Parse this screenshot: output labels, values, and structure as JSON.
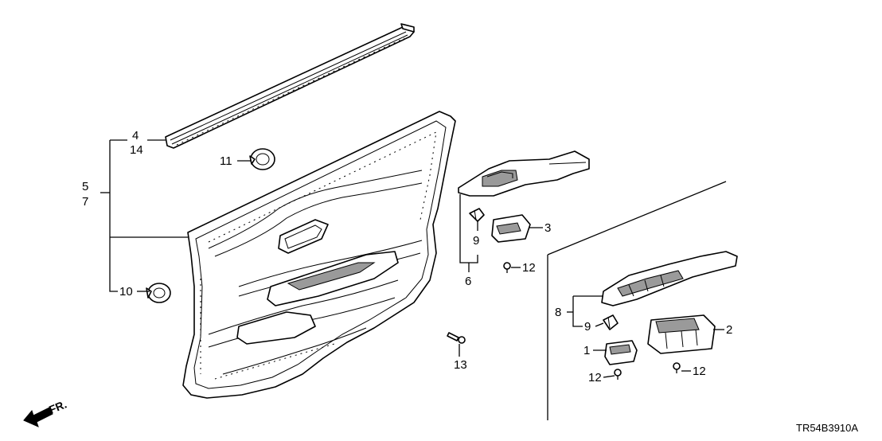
{
  "diagram": {
    "callouts": {
      "p1": "1",
      "p2": "2",
      "p3": "3",
      "p4": "4",
      "p14": "14",
      "p5": "5",
      "p7": "7",
      "p6": "6",
      "p8": "8",
      "p9a": "9",
      "p9b": "9",
      "p10": "10",
      "p11": "11",
      "p12a": "12",
      "p12b": "12",
      "p12c": "12",
      "p13": "13"
    },
    "direction_label": "FR.",
    "diagram_code": "TR54B3910A"
  }
}
